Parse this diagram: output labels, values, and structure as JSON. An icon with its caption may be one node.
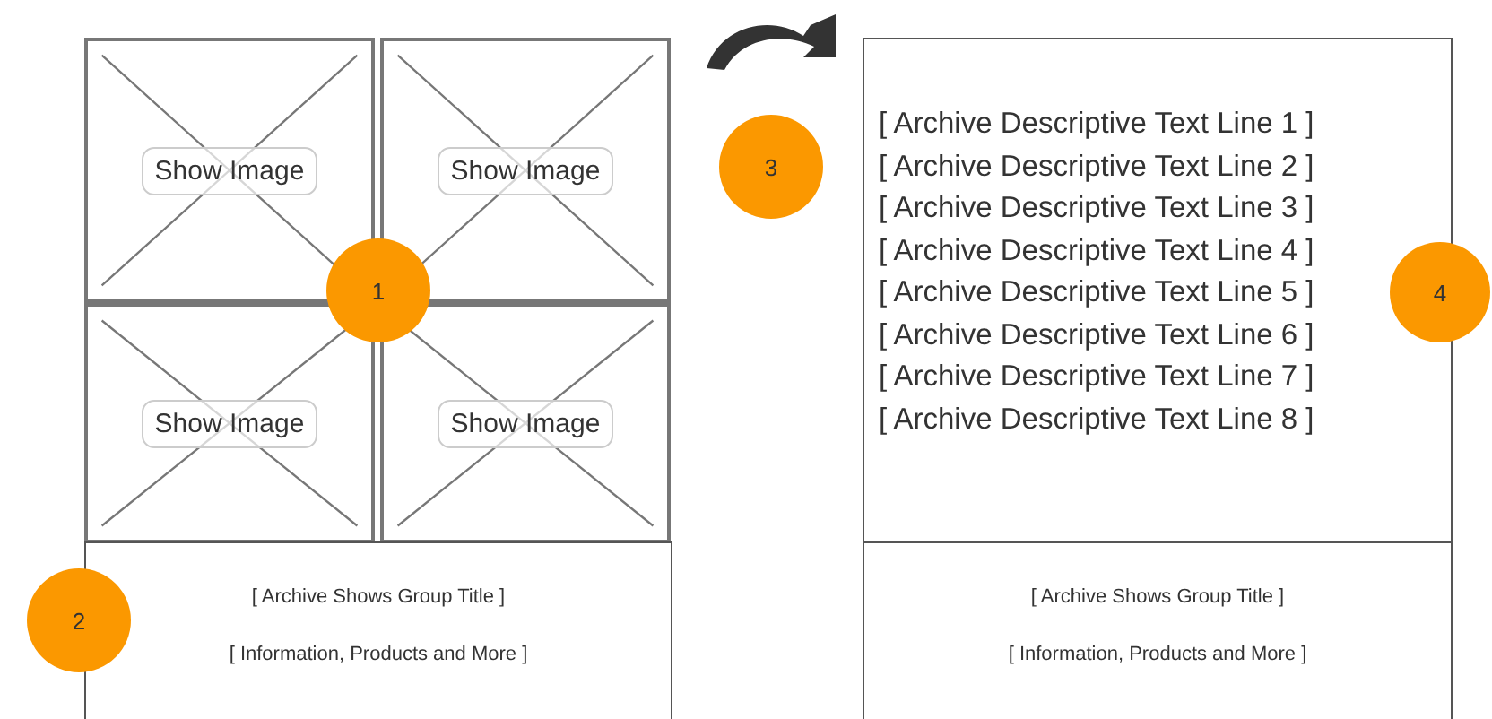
{
  "diagram": {
    "nodes": [
      {
        "text": [
          "Show Image"
        ]
      },
      {
        "text": [
          "Show Image"
        ]
      },
      {
        "text": [
          "Show Image"
        ]
      },
      {
        "text": [
          "Show Image"
        ]
      },
      {
        "text": [
          "[ Archive Shows Group Title ]",
          "[ Information, Products and More ]"
        ]
      },
      {
        "text": [
          "[ Archive Descriptive Text Line 1 ]",
          "[ Archive Descriptive Text Line 2 ]",
          "[ Archive Descriptive Text Line 3 ]",
          "[ Archive Descriptive Text Line 4 ]",
          "[ Archive Descriptive Text Line 5 ]",
          "[ Archive Descriptive Text Line 6 ]",
          "[ Archive Descriptive Text Line 7 ]",
          "[ Archive Descriptive Text Line 8 ]"
        ]
      },
      {
        "text": [
          "[ Archive Shows Group Title ]",
          "[ Information, Products and More ]"
        ]
      },
      {
        "text": [
          "1"
        ]
      },
      {
        "text": [
          "2"
        ]
      },
      {
        "text": [
          "3"
        ]
      },
      {
        "text": [
          "4"
        ]
      }
    ]
  }
}
